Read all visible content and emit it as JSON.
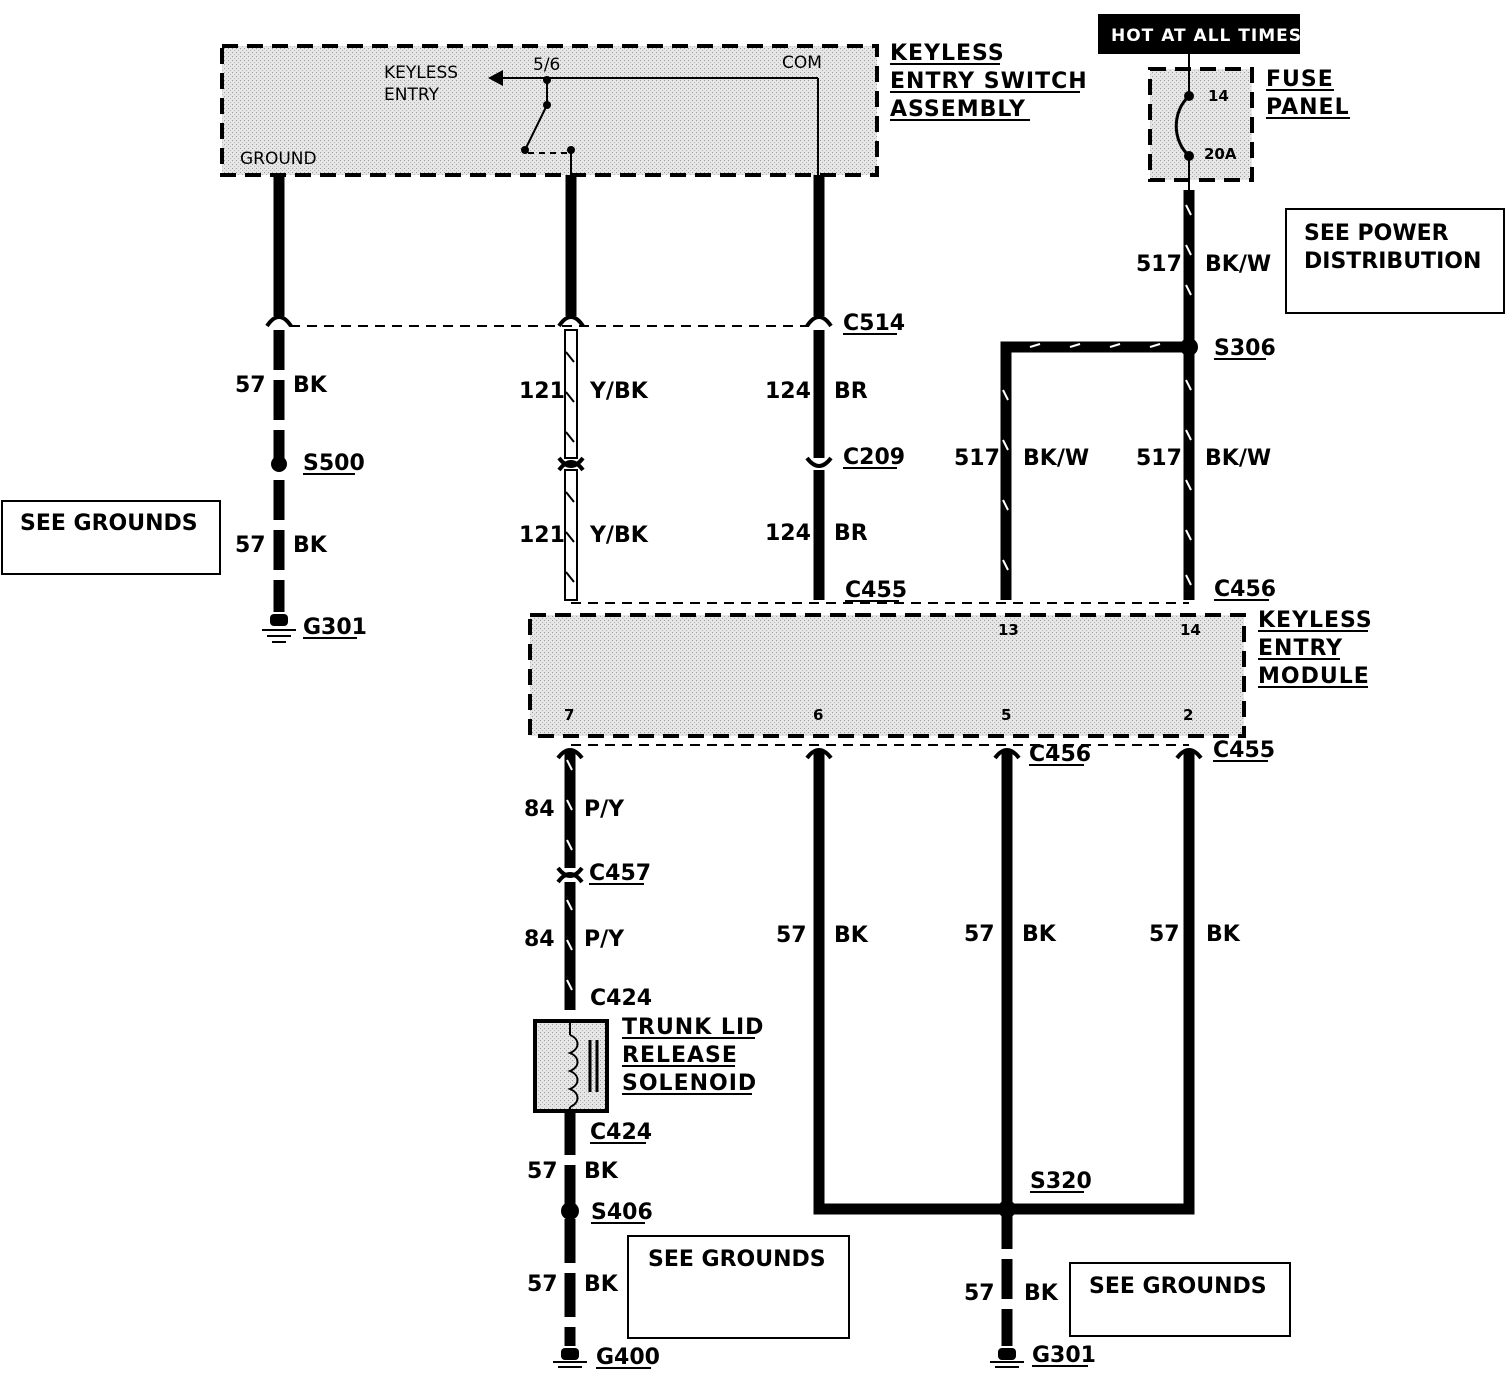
{
  "switch_assembly": {
    "title": [
      "KEYLESS",
      "ENTRY SWITCH",
      "ASSEMBLY"
    ],
    "terminal_keyless": [
      "KEYLESS",
      "ENTRY"
    ],
    "terminal_56": "5/6",
    "terminal_com": "COM",
    "terminal_ground": "GROUND"
  },
  "hot_at_all_times": "HOT AT ALL TIMES",
  "fuse_panel": {
    "title": [
      "FUSE",
      "PANEL"
    ],
    "fuse_number": "14",
    "fuse_rating": "20A"
  },
  "see_power_distribution": [
    "SEE POWER",
    "DISTRIBUTION"
  ],
  "see_grounds": "SEE GROUNDS",
  "module": {
    "title": [
      "KEYLESS",
      "ENTRY",
      "MODULE"
    ],
    "pins_top": [
      "13",
      "14"
    ],
    "pins_bottom": [
      "7",
      "6",
      "5",
      "2"
    ]
  },
  "solenoid": {
    "title": [
      "TRUNK LID",
      "RELEASE",
      "SOLENOID"
    ]
  },
  "connectors": {
    "c514": "C514",
    "c209": "C209",
    "c455_top": "C455",
    "c456_top": "C456",
    "c456_bottom": "C456",
    "c455_bottom": "C455",
    "c457": "C457",
    "c424_top": "C424",
    "c424_bottom": "C424"
  },
  "splices": {
    "s500": "S500",
    "s306": "S306",
    "s320": "S320",
    "s406": "S406"
  },
  "grounds": {
    "g301_left": "G301",
    "g400": "G400",
    "g301_right": "G301"
  },
  "wires": {
    "w57": "57",
    "bk": "BK",
    "w121": "121",
    "ybk": "Y/BK",
    "w124": "124",
    "br": "BR",
    "w517": "517",
    "bkw": "BK/W",
    "w84": "84",
    "py": "P/Y"
  }
}
